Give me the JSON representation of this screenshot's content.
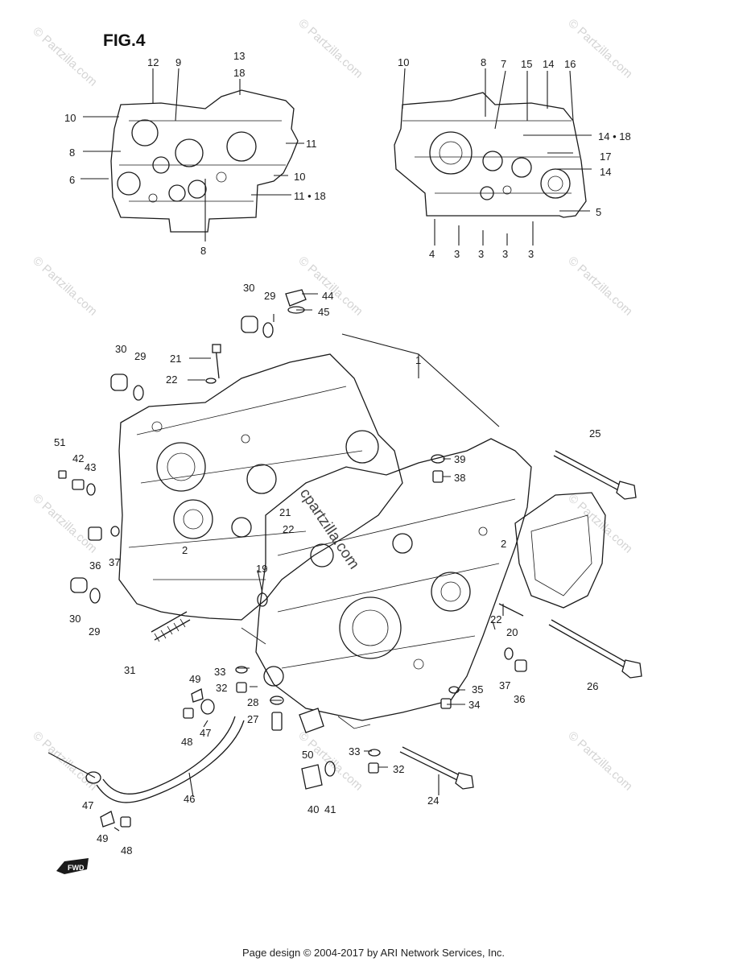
{
  "figure": {
    "title": "FIG.4"
  },
  "forward_marker": {
    "label": "FWD",
    "icon": "forward-arrow-icon"
  },
  "footer": {
    "copyright": "Page design © 2004-2017 by ARI Network Services, Inc."
  },
  "watermark": {
    "text": "© Partzilla.com",
    "center_text": "cpartzilla.com"
  },
  "callouts": [
    {
      "id": "c1",
      "label": "12"
    },
    {
      "id": "c2",
      "label": "9"
    },
    {
      "id": "c3",
      "label": "13"
    },
    {
      "id": "c4",
      "label": "18"
    },
    {
      "id": "c5",
      "label": "10"
    },
    {
      "id": "c6",
      "label": "11"
    },
    {
      "id": "c7",
      "label": "8"
    },
    {
      "id": "c8",
      "label": "6"
    },
    {
      "id": "c9",
      "label": "10"
    },
    {
      "id": "c10",
      "label": "11 • 18"
    },
    {
      "id": "c11",
      "label": "8"
    },
    {
      "id": "c12",
      "label": "10"
    },
    {
      "id": "c13",
      "label": "8"
    },
    {
      "id": "c14",
      "label": "7"
    },
    {
      "id": "c15",
      "label": "15"
    },
    {
      "id": "c16",
      "label": "14"
    },
    {
      "id": "c17",
      "label": "16"
    },
    {
      "id": "c18",
      "label": "14 • 18"
    },
    {
      "id": "c19",
      "label": "17"
    },
    {
      "id": "c20",
      "label": "14"
    },
    {
      "id": "c21",
      "label": "5"
    },
    {
      "id": "c22",
      "label": "4"
    },
    {
      "id": "c23",
      "label": "3"
    },
    {
      "id": "c24",
      "label": "3"
    },
    {
      "id": "c25",
      "label": "3"
    },
    {
      "id": "c26",
      "label": "3"
    },
    {
      "id": "c27",
      "label": "30"
    },
    {
      "id": "c28",
      "label": "29"
    },
    {
      "id": "c29",
      "label": "44"
    },
    {
      "id": "c30",
      "label": "45"
    },
    {
      "id": "c31",
      "label": "1"
    },
    {
      "id": "c32",
      "label": "30"
    },
    {
      "id": "c33",
      "label": "29"
    },
    {
      "id": "c34",
      "label": "21"
    },
    {
      "id": "c35",
      "label": "22"
    },
    {
      "id": "c36",
      "label": "25"
    },
    {
      "id": "c37",
      "label": "39"
    },
    {
      "id": "c38",
      "label": "38"
    },
    {
      "id": "c39",
      "label": "51"
    },
    {
      "id": "c40",
      "label": "42"
    },
    {
      "id": "c41",
      "label": "43"
    },
    {
      "id": "c42",
      "label": "21"
    },
    {
      "id": "c43",
      "label": "22"
    },
    {
      "id": "c44",
      "label": "36"
    },
    {
      "id": "c45",
      "label": "37"
    },
    {
      "id": "c46",
      "label": "2"
    },
    {
      "id": "c47",
      "label": "2"
    },
    {
      "id": "c48",
      "label": "19"
    },
    {
      "id": "c49",
      "label": "30"
    },
    {
      "id": "c50",
      "label": "29"
    },
    {
      "id": "c51",
      "label": "22"
    },
    {
      "id": "c52",
      "label": "20"
    },
    {
      "id": "c53",
      "label": "31"
    },
    {
      "id": "c54",
      "label": "26"
    },
    {
      "id": "c55",
      "label": "37"
    },
    {
      "id": "c56",
      "label": "36"
    },
    {
      "id": "c57",
      "label": "49"
    },
    {
      "id": "c58",
      "label": "33"
    },
    {
      "id": "c59",
      "label": "32"
    },
    {
      "id": "c60",
      "label": "28"
    },
    {
      "id": "c61",
      "label": "35"
    },
    {
      "id": "c62",
      "label": "34"
    },
    {
      "id": "c63",
      "label": "27"
    },
    {
      "id": "c64",
      "label": "48"
    },
    {
      "id": "c65",
      "label": "47"
    },
    {
      "id": "c66",
      "label": "50"
    },
    {
      "id": "c67",
      "label": "33"
    },
    {
      "id": "c68",
      "label": "32"
    },
    {
      "id": "c69",
      "label": "46"
    },
    {
      "id": "c70",
      "label": "47"
    },
    {
      "id": "c71",
      "label": "41"
    },
    {
      "id": "c72",
      "label": "40"
    },
    {
      "id": "c73",
      "label": "24"
    },
    {
      "id": "c74",
      "label": "49"
    },
    {
      "id": "c75",
      "label": "48"
    }
  ]
}
